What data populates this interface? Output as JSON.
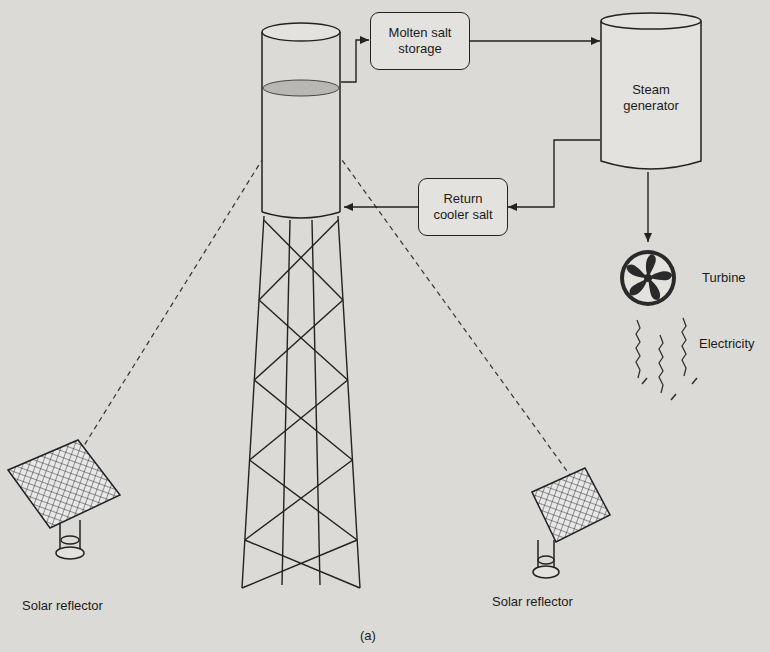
{
  "diagram": {
    "caption": "(a)",
    "nodes": [
      {
        "text": [
          "Molten salt storage"
        ]
      },
      {
        "text": [
          "Steam generator"
        ]
      },
      {
        "text": [
          "Return cooler salt"
        ]
      }
    ],
    "edges": [
      {
        "from": 0,
        "to": 1,
        "arrow": "to"
      },
      {
        "from": 1,
        "to": 2,
        "arrow": "to"
      }
    ],
    "labels": [
      "Turbine",
      "Electricity",
      "Solar reflector",
      "Solar reflector"
    ]
  }
}
